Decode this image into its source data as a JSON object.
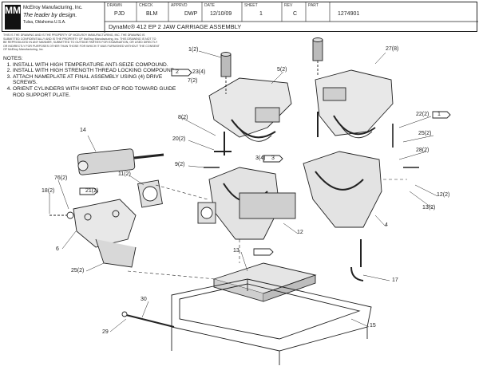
{
  "company": {
    "name": "McElroy Manufacturing, Inc.",
    "tagline": "The leader by design.",
    "location": "Tulsa, Oklahoma U.S.A."
  },
  "logo_text": "MM",
  "title_block": {
    "drawn_label": "DRAWN",
    "drawn": "PJD",
    "check_label": "CHECK",
    "check": "BLM",
    "apprvd_label": "APPRVD",
    "apprvd": "DWP",
    "date_label": "DATE",
    "date": "12/10/09",
    "sheet_label": "SHEET",
    "sheet_no": "1",
    "rev_label": "REV",
    "rev": "C",
    "part_label": "PART",
    "part_no": "1274901",
    "description": "DynaMc® 412 EP 2 JAW CARRIAGE ASSEMBLY"
  },
  "legal": "THIS IS THE DRAWING AND IS THE PROPERTY OF MCELROY MANUFACTURING, INC. THE DRAWING IS SUBMITTED CONFIDENTIALLY AND IS THE PROPERTY OF McElroy Manufacturing, Inc. THIS DRAWING IS NOT TO BE REPRODUCED IN ANY MANNER, SUBMITTED TO OUTSIDE PARTIES FOR EXAMINATION, OR USED DIRECTLY OR INDIRECTLY FOR PURPOSES OTHER THAN THOSE FOR WHICH IT WAS FURNISHED WITHOUT THE CONSENT OF McElroy Manufacturing, Inc.",
  "notes": {
    "heading": "NOTES:",
    "items": [
      "INSTALL WITH HIGH TEMPERATURE ANTI-SEIZE COMPOUND.",
      "INSTALL WITH HIGH STRENGTH THREAD LOCKING COMPOUND.",
      "ATTACH NAMEPLATE AT FINAL ASSEMBLY USING (4) DRIVE SCREWS.",
      "ORIENT CYLINDERS WITH SHORT END OF ROD TOWARD GUIDE ROD SUPPORT PLATE."
    ]
  },
  "callouts": {
    "c1": "1(2)",
    "c27": "27(8)",
    "c23": "23(4)",
    "c7": "7(2)",
    "c5": "5(2)",
    "c8": "8(2)",
    "c22": "22(2)",
    "c25a": "25(2)",
    "c20": "20(2)",
    "c28": "28(2)",
    "c3": "3(4)",
    "c14": "14",
    "c9": "9(2)",
    "c11": "11(2)",
    "c12a": "12(2)",
    "c13": "13(2)",
    "c76": "76(2)",
    "c21": "21(2)",
    "c18": "18(2)",
    "c6": "6",
    "c4": "4",
    "c12": "12",
    "c13b": "13",
    "c25b": "25(2)",
    "c17": "17",
    "c30": "30",
    "c29": "29",
    "c15": "15"
  },
  "note_flags": {
    "n1": "1",
    "n2": "2",
    "n3": "3"
  }
}
